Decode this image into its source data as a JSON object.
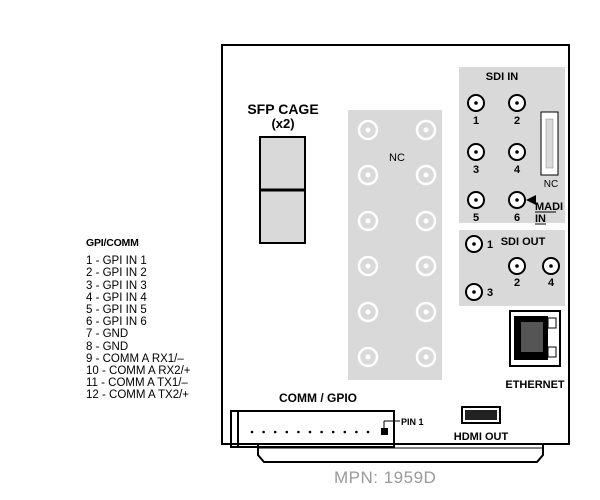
{
  "gpi_comm": {
    "title": "GPI/COMM",
    "pins": [
      "1 - GPI IN 1",
      "2 - GPI IN 2",
      "3 - GPI IN 3",
      "4 - GPI IN 4",
      "5 - GPI IN 5",
      "6 - GPI IN 6",
      "7 - GND",
      "8 - GND",
      "9 - COMM A RX1/–",
      "10 - COMM A RX2/+",
      "11 - COMM A TX1/–",
      "12 - COMM A TX2/+"
    ]
  },
  "sfp": {
    "line1": "SFP CAGE",
    "line2": "(x2)"
  },
  "nc_label": "NC",
  "sdi_in": {
    "title": "SDI IN",
    "ports": [
      "1",
      "2",
      "3",
      "4",
      "5",
      "6"
    ],
    "nc_label": "NC",
    "madi_line1": "MADI",
    "madi_line2": "IN"
  },
  "sdi_out": {
    "title": "SDI OUT",
    "ports": [
      "1",
      "2",
      "3",
      "4"
    ]
  },
  "ethernet": "ETHERNET",
  "comm_gpio": {
    "title": "COMM / GPIO",
    "pin1": "PIN 1"
  },
  "hdmi_out": "HDMI OUT",
  "mpn": "MPN: 1959D",
  "colors": {
    "panel_gray": "#d9d9d9",
    "mpn_gray": "#9a9a9a"
  }
}
